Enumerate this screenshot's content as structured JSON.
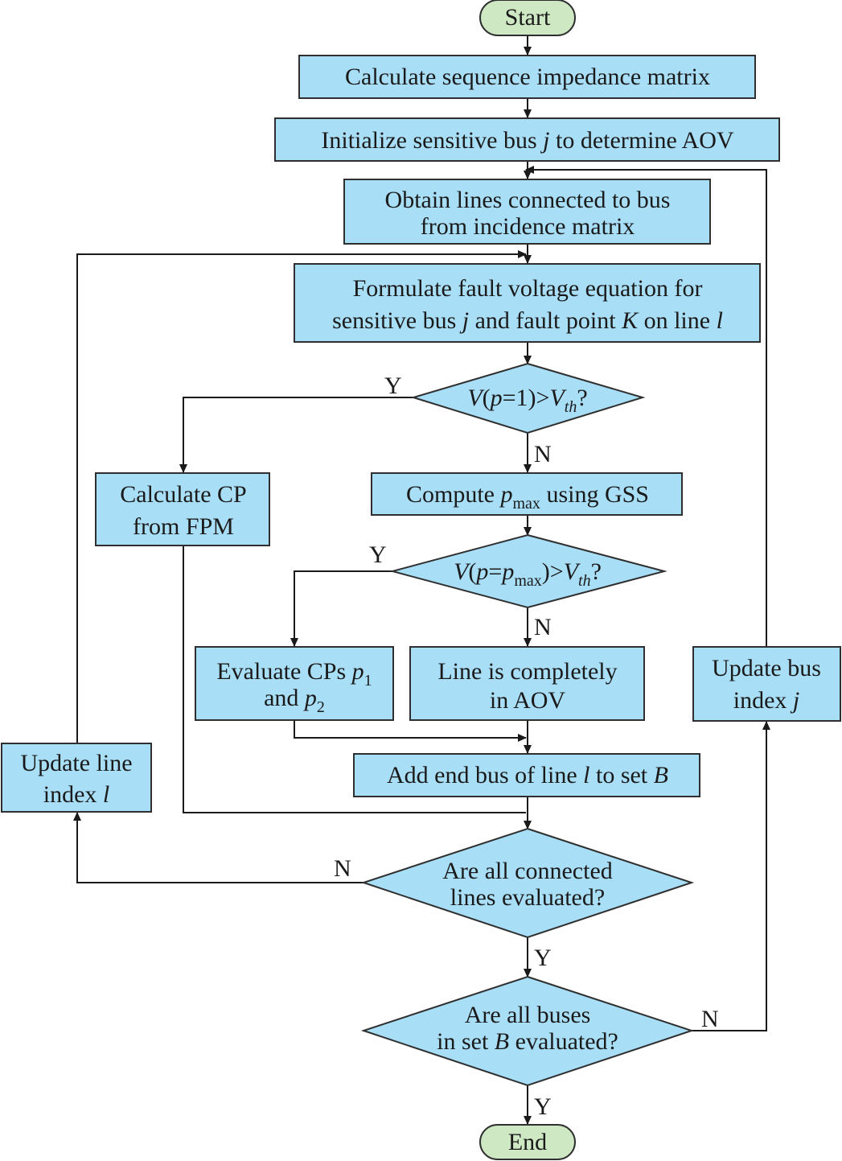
{
  "colors": {
    "process_fill": "#a9def7",
    "terminal_fill": "#cfe8c4",
    "stroke": "#2f2f2f"
  },
  "nodes": {
    "start": "Start",
    "end": "End",
    "calc_seq": "Calculate sequence impedance matrix",
    "init": {
      "a": "Initialize sensitive bus ",
      "j": "j",
      "b": " to determine AOV"
    },
    "obtain": {
      "l1": "Obtain lines connected to bus",
      "l2": "from incidence matrix"
    },
    "formulate": {
      "l1": "Formulate fault voltage equation for",
      "a": "sensitive bus ",
      "j": "j",
      "b": " and fault point ",
      "k": "K",
      "c": " on line ",
      "l": "l"
    },
    "d1": {
      "v": "V",
      "o": "(",
      "p": "p",
      "e": "=1)>",
      "v2": "V",
      "sub": "th",
      "q": "?"
    },
    "cp_fpm": {
      "l1": "Calculate CP",
      "l2": "from FPM"
    },
    "gss": {
      "a": "Compute ",
      "p": "p",
      "sub": "max",
      "b": " using GSS"
    },
    "d2": {
      "v": "V",
      "o": "(",
      "p": "p",
      "eq": "=",
      "p2": "p",
      "sub": "max",
      "c": ")>",
      "v2": "V",
      "sub2": "th",
      "q": "?"
    },
    "eval_cps": {
      "a": "Evaluate CPs ",
      "p1": "p",
      "s1": "1",
      "b": "and ",
      "p2": "p",
      "s2": "2"
    },
    "complete": {
      "l1": "Line is completely",
      "l2": "in AOV"
    },
    "add_end": {
      "a": "Add end bus of line ",
      "l": "l",
      "b": " to set ",
      "bset": "B"
    },
    "upd_line": {
      "l1": "Update line",
      "a": "index ",
      "l": "l"
    },
    "upd_bus": {
      "l1": "Update bus",
      "a": "index ",
      "j": "j"
    },
    "d3": {
      "l1": "Are all connected",
      "l2": "lines evaluated?"
    },
    "d4": {
      "l1": "Are all buses",
      "a": "in set ",
      "bset": "B",
      "b": " evaluated?"
    }
  },
  "edge_labels": {
    "yes": "Y",
    "no": "N"
  }
}
